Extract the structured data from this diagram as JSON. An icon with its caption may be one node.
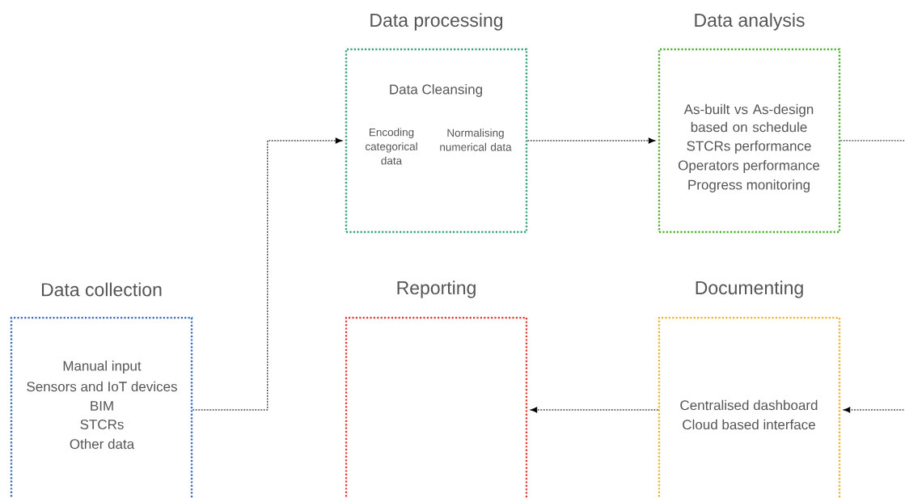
{
  "diagram": {
    "nodes": [
      {
        "text": [
          "Data processing",
          "Data Cleansing",
          "Encoding categorical data",
          "Normalising numerical data"
        ]
      },
      {
        "text": [
          "Data analysis",
          "As-built vs As-design based on schedule",
          "STCRs performance",
          "Operators performance",
          "Progress monitoring"
        ]
      },
      {
        "text": [
          "Data collection",
          "Manual input",
          "Sensors and IoT devices",
          "BIM",
          "STCRs",
          "Other data"
        ]
      },
      {
        "text": [
          "Reporting"
        ]
      },
      {
        "text": [
          "Documenting",
          "Centralised dashboard",
          "Cloud based interface"
        ]
      }
    ],
    "edges": [
      {
        "from": 2,
        "to": 0,
        "arrow": "to",
        "style": "dashed"
      },
      {
        "from": 0,
        "to": 1,
        "arrow": "to",
        "style": "dashed"
      },
      {
        "from": 1,
        "to": null,
        "arrow": "none",
        "style": "dashed"
      },
      {
        "from": null,
        "to": 4,
        "arrow": "to",
        "style": "dashed"
      },
      {
        "from": 4,
        "to": 3,
        "arrow": "to",
        "style": "dashed"
      }
    ]
  }
}
